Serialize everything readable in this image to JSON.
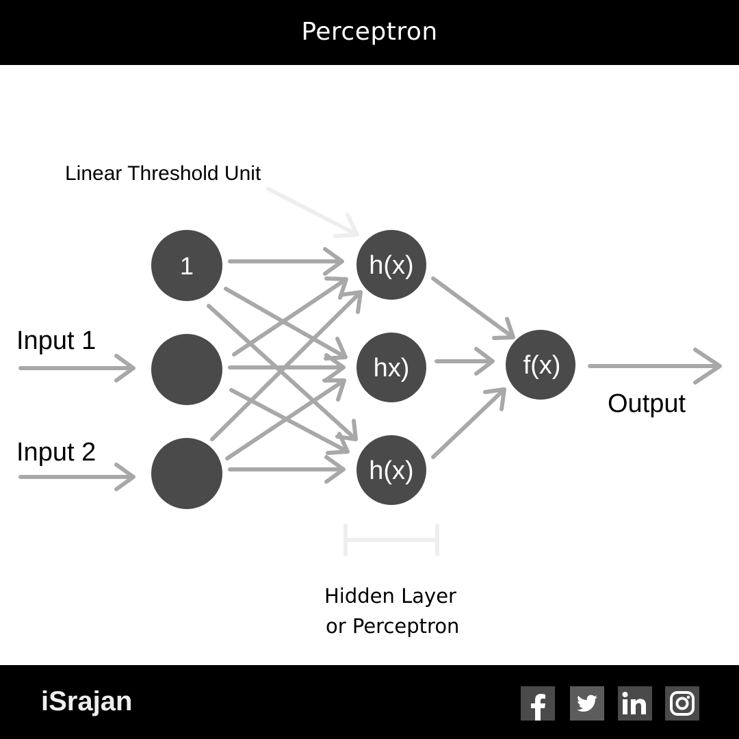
{
  "header": {
    "title": "Perceptron"
  },
  "diagram": {
    "input_labels": [
      "Input 1",
      "Input 2"
    ],
    "bias_label": "1",
    "hidden_labels": [
      "h(x)",
      "hx)",
      "h(x)"
    ],
    "output_node_label": "f(x)",
    "output_label": "Output",
    "annotation": "Linear Threshold Unit",
    "hidden_caption_line1": "Hidden Layer",
    "hidden_caption_line2": "or Perceptron"
  },
  "footer": {
    "brand": "iSrajan",
    "social": [
      "facebook-icon",
      "twitter-icon",
      "linkedin-icon",
      "instagram-icon"
    ]
  },
  "colors": {
    "bar": "#000000",
    "node": "#4a4a4a",
    "arrow": "#a8a8a8",
    "faint_arrow": "#eeeeee"
  }
}
